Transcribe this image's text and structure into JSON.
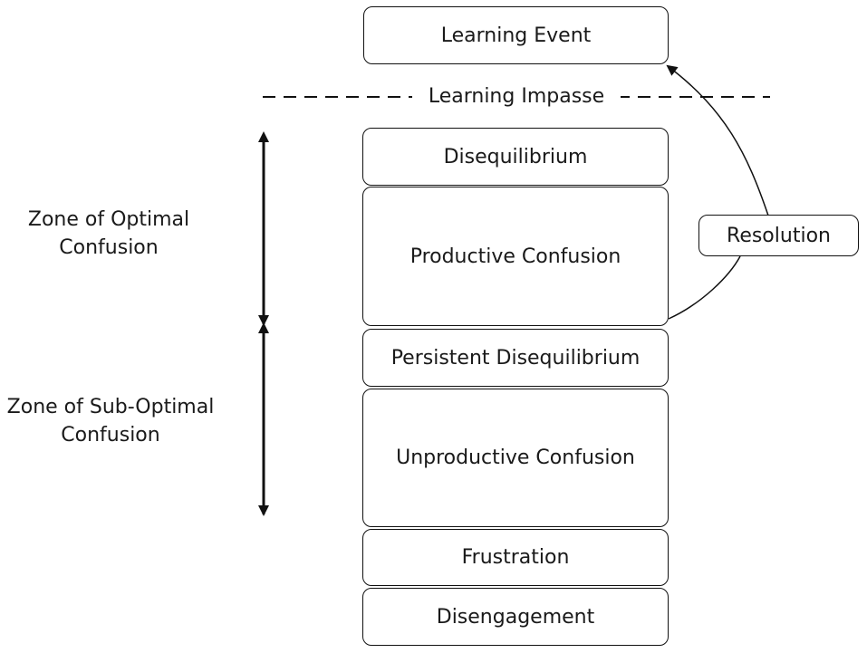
{
  "boxes": {
    "learning_event": "Learning Event",
    "disequilibrium": "Disequilibrium",
    "productive_confusion": "Productive Confusion",
    "persistent_disequilibrium": "Persistent Disequilibrium",
    "unproductive_confusion": "Unproductive Confusion",
    "frustration": "Frustration",
    "disengagement": "Disengagement",
    "resolution": "Resolution"
  },
  "impasse": "Learning Impasse",
  "zones": {
    "optimal": {
      "line1": "Zone of Optimal",
      "line2": "Confusion"
    },
    "sub_optimal": {
      "line1": "Zone of Sub-Optimal",
      "line2": "Confusion"
    }
  }
}
